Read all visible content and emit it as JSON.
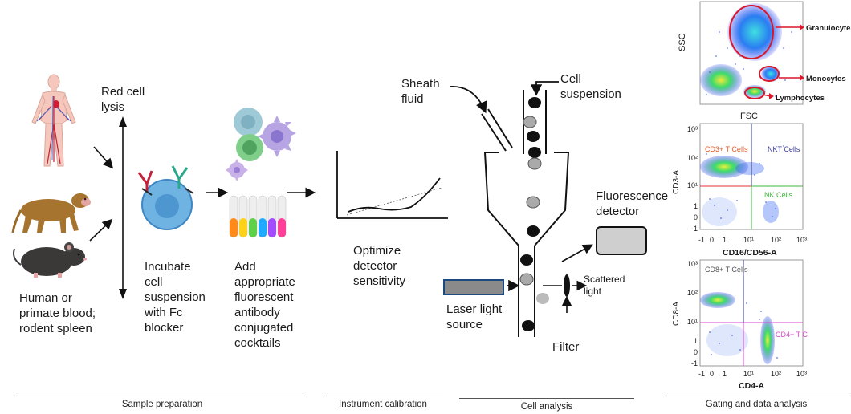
{
  "sections": {
    "sample_preparation": "Sample preparation",
    "instrument_calibration": "Instrument calibration",
    "cell_analysis": "Cell analysis",
    "gating": "Gating and data analysis"
  },
  "labels": {
    "red_cell_lysis": "Red cell lysis",
    "species": "Human or primate blood; rodent spleen",
    "incubate": "Incubate cell suspension with Fc blocker",
    "add_antibody": "Add appropriate fluorescent antibody conjugated cocktails",
    "optimize": "Optimize detector sensitivity",
    "sheath": "Sheath fluid",
    "cell_suspension": "Cell suspension",
    "fluorescence_detector": "Fluorescence detector",
    "scattered_light": "Scattered light",
    "laser": "Laser light source",
    "filter": "Filter"
  },
  "plots": {
    "scatter": {
      "ylabel": "SSC",
      "xlabel": "FSC",
      "granulocytes": "Granulocytes",
      "monocytes": "Monocytes",
      "lymphocytes": "Lymphocytes"
    },
    "cd3": {
      "ylabel": "CD3-A",
      "xlabel": "CD16/CD56-A",
      "q1": "CD3+ T Cells",
      "q2": "NKT Cells",
      "q3": "NK Cells",
      "yticks": [
        "10³",
        "10²",
        "10¹",
        "1",
        "0",
        "-1"
      ],
      "xticks": [
        "-1",
        "0",
        "1",
        "10¹",
        "10²",
        "10³"
      ]
    },
    "cd8": {
      "ylabel": "CD8-A",
      "xlabel": "CD4-A",
      "q1": "CD8+ T Cells",
      "q2": "CD4+ T C",
      "yticks": [
        "10³",
        "10²",
        "10¹",
        "1",
        "0",
        "-1"
      ],
      "xticks": [
        "-1",
        "0",
        "1",
        "10¹",
        "10²",
        "10³"
      ]
    }
  },
  "colors": {
    "red_gate": "#d9172a",
    "tube_pink": "#ff3f9a",
    "tube_purple": "#a24bff",
    "tube_blue": "#1fa9ff",
    "tube_green": "#5fd148",
    "tube_yellow": "#ffd21a",
    "tube_orange": "#ff8a1a",
    "cell_blue": "#6fb3e3",
    "box_gray": "#cfcfcf"
  }
}
